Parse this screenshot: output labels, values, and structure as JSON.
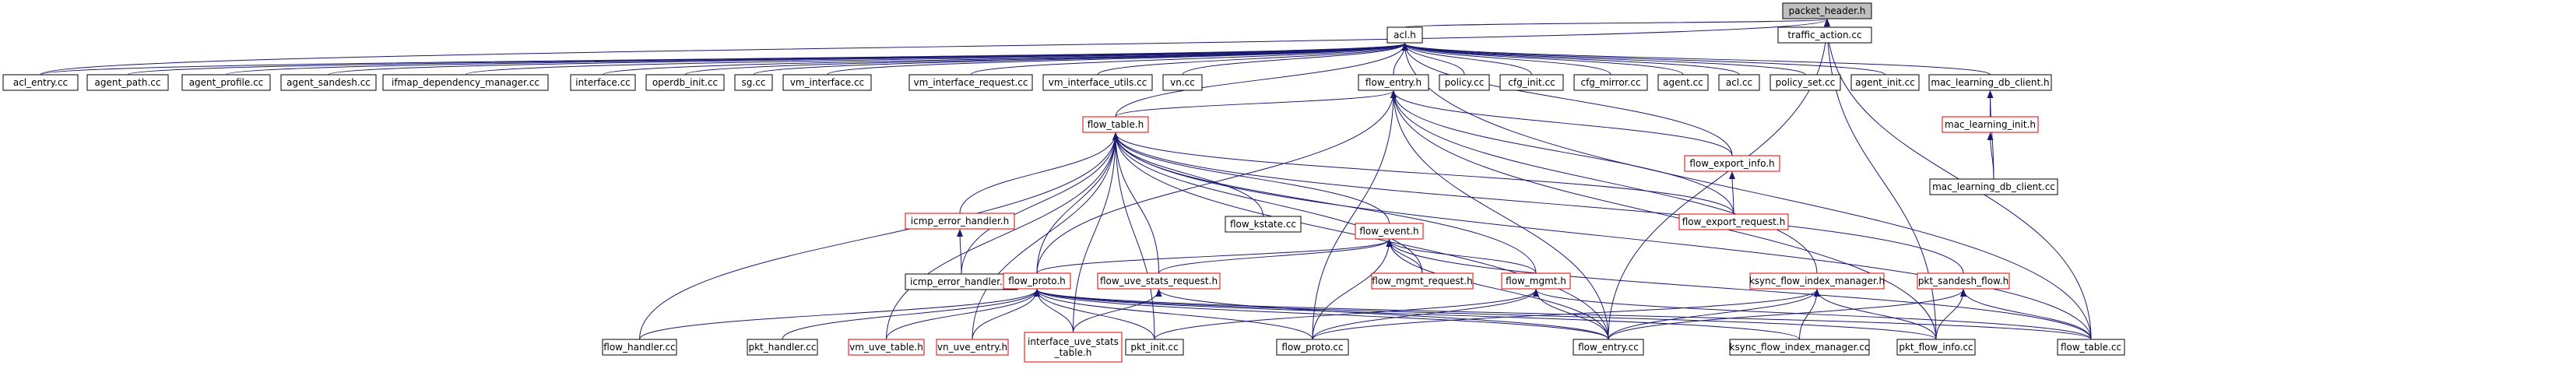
{
  "colors": {
    "node_border_default": "#000000",
    "node_border_truncated": "#e00000",
    "node_fill": "#ffffff",
    "root_fill": "#bfbfbf",
    "edge": "#191970",
    "text": "#000000"
  },
  "nodes": [
    {
      "id": "packet_header_h",
      "label": "packet_header.h",
      "root": true
    },
    {
      "id": "traffic_action_cc",
      "label": "traffic_action.cc"
    },
    {
      "id": "acl_h",
      "label": "acl.h"
    },
    {
      "id": "acl_entry_cc",
      "label": "acl_entry.cc"
    },
    {
      "id": "agent_path_cc",
      "label": "agent_path.cc"
    },
    {
      "id": "agent_profile_cc",
      "label": "agent_profile.cc"
    },
    {
      "id": "agent_sandesh_cc",
      "label": "agent_sandesh.cc"
    },
    {
      "id": "ifmap_dependency_manager_cc",
      "label": "ifmap_dependency_manager.cc"
    },
    {
      "id": "interface_cc",
      "label": "interface.cc"
    },
    {
      "id": "operdb_init_cc",
      "label": "operdb_init.cc"
    },
    {
      "id": "sg_cc",
      "label": "sg.cc"
    },
    {
      "id": "vm_interface_cc",
      "label": "vm_interface.cc"
    },
    {
      "id": "vm_interface_request_cc",
      "label": "vm_interface_request.cc"
    },
    {
      "id": "vm_interface_utils_cc",
      "label": "vm_interface_utils.cc"
    },
    {
      "id": "vn_cc",
      "label": "vn.cc"
    },
    {
      "id": "flow_entry_h",
      "label": "flow_entry.h"
    },
    {
      "id": "policy_cc",
      "label": "policy.cc"
    },
    {
      "id": "cfg_init_cc",
      "label": "cfg_init.cc"
    },
    {
      "id": "cfg_mirror_cc",
      "label": "cfg_mirror.cc"
    },
    {
      "id": "agent_cc",
      "label": "agent.cc"
    },
    {
      "id": "acl_cc",
      "label": "acl.cc"
    },
    {
      "id": "policy_set_cc",
      "label": "policy_set.cc"
    },
    {
      "id": "agent_init_cc",
      "label": "agent_init.cc"
    },
    {
      "id": "mac_learning_db_client_h",
      "label": "mac_learning_db_client.h"
    },
    {
      "id": "flow_table_h",
      "label": "flow_table.h",
      "truncated": true
    },
    {
      "id": "flow_export_info_h",
      "label": "flow_export_info.h",
      "truncated": true
    },
    {
      "id": "mac_learning_init_h",
      "label": "mac_learning_init.h",
      "truncated": true
    },
    {
      "id": "flow_kstate_cc",
      "label": "flow_kstate.cc"
    },
    {
      "id": "icmp_error_handler_h",
      "label": "icmp_error_handler.h",
      "truncated": true
    },
    {
      "id": "flow_event_h",
      "label": "flow_event.h",
      "truncated": true
    },
    {
      "id": "flow_export_request_h",
      "label": "flow_export_request.h",
      "truncated": true
    },
    {
      "id": "mac_learning_db_client_cc",
      "label": "mac_learning_db_client.cc"
    },
    {
      "id": "icmp_error_handler_cc",
      "label": "icmp_error_handler.cc"
    },
    {
      "id": "flow_proto_h",
      "label": "flow_proto.h",
      "truncated": true
    },
    {
      "id": "flow_uve_stats_request_h",
      "label": "flow_uve_stats_request.h",
      "truncated": true
    },
    {
      "id": "flow_mgmt_request_h",
      "label": "flow_mgmt_request.h",
      "truncated": true
    },
    {
      "id": "flow_mgmt_h",
      "label": "flow_mgmt.h",
      "truncated": true
    },
    {
      "id": "ksync_flow_index_manager_h",
      "label": "ksync_flow_index_manager.h",
      "truncated": true
    },
    {
      "id": "pkt_sandesh_flow_h",
      "label": "pkt_sandesh_flow.h",
      "truncated": true
    },
    {
      "id": "flow_handler_cc",
      "label": "flow_handler.cc"
    },
    {
      "id": "pkt_handler_cc",
      "label": "pkt_handler.cc"
    },
    {
      "id": "vm_uve_table_h",
      "label": "vm_uve_table.h",
      "truncated": true
    },
    {
      "id": "vn_uve_entry_h",
      "label": "vn_uve_entry.h",
      "truncated": true
    },
    {
      "id": "interface_uve_stats_table_h",
      "label": "interface_uve_stats\n_table.h",
      "truncated": true
    },
    {
      "id": "pkt_init_cc",
      "label": "pkt_init.cc"
    },
    {
      "id": "flow_proto_cc",
      "label": "flow_proto.cc"
    },
    {
      "id": "flow_entry_cc",
      "label": "flow_entry.cc"
    },
    {
      "id": "ksync_flow_index_manager_cc",
      "label": "ksync_flow_index_manager.cc"
    },
    {
      "id": "pkt_flow_info_cc",
      "label": "pkt_flow_info.cc"
    },
    {
      "id": "flow_table_cc",
      "label": "flow_table.cc"
    }
  ],
  "edges": [
    [
      "packet_header_h",
      "acl_h"
    ],
    [
      "packet_header_h",
      "traffic_action_cc"
    ],
    [
      "packet_header_h",
      "acl_entry_cc"
    ],
    [
      "packet_header_h",
      "flow_entry_cc"
    ],
    [
      "packet_header_h",
      "pkt_flow_info_cc"
    ],
    [
      "packet_header_h",
      "flow_table_cc"
    ],
    [
      "acl_h",
      "acl_entry_cc"
    ],
    [
      "acl_h",
      "agent_path_cc"
    ],
    [
      "acl_h",
      "agent_profile_cc"
    ],
    [
      "acl_h",
      "agent_sandesh_cc"
    ],
    [
      "acl_h",
      "ifmap_dependency_manager_cc"
    ],
    [
      "acl_h",
      "interface_cc"
    ],
    [
      "acl_h",
      "operdb_init_cc"
    ],
    [
      "acl_h",
      "sg_cc"
    ],
    [
      "acl_h",
      "vm_interface_cc"
    ],
    [
      "acl_h",
      "vm_interface_request_cc"
    ],
    [
      "acl_h",
      "vm_interface_utils_cc"
    ],
    [
      "acl_h",
      "vn_cc"
    ],
    [
      "acl_h",
      "flow_entry_h"
    ],
    [
      "acl_h",
      "policy_cc"
    ],
    [
      "acl_h",
      "cfg_init_cc"
    ],
    [
      "acl_h",
      "cfg_mirror_cc"
    ],
    [
      "acl_h",
      "agent_cc"
    ],
    [
      "acl_h",
      "acl_cc"
    ],
    [
      "acl_h",
      "policy_set_cc"
    ],
    [
      "acl_h",
      "agent_init_cc"
    ],
    [
      "acl_h",
      "mac_learning_db_client_h"
    ],
    [
      "acl_h",
      "flow_table_h"
    ],
    [
      "acl_h",
      "flow_export_info_h"
    ],
    [
      "acl_h",
      "flow_table_cc"
    ],
    [
      "flow_entry_h",
      "flow_table_h"
    ],
    [
      "flow_entry_h",
      "flow_export_info_h"
    ],
    [
      "flow_entry_h",
      "flow_export_request_h"
    ],
    [
      "flow_entry_h",
      "flow_proto_h"
    ],
    [
      "flow_entry_h",
      "flow_proto_cc"
    ],
    [
      "flow_entry_h",
      "flow_entry_cc"
    ],
    [
      "flow_entry_h",
      "ksync_flow_index_manager_h"
    ],
    [
      "flow_entry_h",
      "pkt_flow_info_cc"
    ],
    [
      "mac_learning_db_client_h",
      "mac_learning_init_h"
    ],
    [
      "mac_learning_db_client_h",
      "mac_learning_db_client_cc"
    ],
    [
      "mac_learning_init_h",
      "mac_learning_db_client_cc"
    ],
    [
      "flow_export_info_h",
      "flow_export_request_h"
    ],
    [
      "flow_table_h",
      "flow_kstate_cc"
    ],
    [
      "flow_table_h",
      "icmp_error_handler_h"
    ],
    [
      "flow_table_h",
      "flow_event_h"
    ],
    [
      "flow_table_h",
      "flow_export_request_h"
    ],
    [
      "flow_table_h",
      "icmp_error_handler_cc"
    ],
    [
      "flow_table_h",
      "flow_proto_h"
    ],
    [
      "flow_table_h",
      "flow_uve_stats_request_h"
    ],
    [
      "flow_table_h",
      "flow_mgmt_request_h"
    ],
    [
      "flow_table_h",
      "flow_mgmt_h"
    ],
    [
      "flow_table_h",
      "pkt_sandesh_flow_h"
    ],
    [
      "flow_table_h",
      "flow_handler_cc"
    ],
    [
      "flow_table_h",
      "vm_uve_table_h"
    ],
    [
      "flow_table_h",
      "vn_uve_entry_h"
    ],
    [
      "flow_table_h",
      "interface_uve_stats_table_h"
    ],
    [
      "flow_table_h",
      "pkt_init_cc"
    ],
    [
      "flow_table_h",
      "flow_entry_cc"
    ],
    [
      "flow_table_h",
      "flow_table_cc"
    ],
    [
      "icmp_error_handler_h",
      "icmp_error_handler_cc"
    ],
    [
      "flow_event_h",
      "flow_proto_h"
    ],
    [
      "flow_event_h",
      "flow_uve_stats_request_h"
    ],
    [
      "flow_event_h",
      "flow_mgmt_request_h"
    ],
    [
      "flow_event_h",
      "flow_mgmt_h"
    ],
    [
      "flow_event_h",
      "flow_proto_cc"
    ],
    [
      "flow_event_h",
      "flow_entry_cc"
    ],
    [
      "flow_event_h",
      "flow_table_cc"
    ],
    [
      "flow_proto_h",
      "flow_handler_cc"
    ],
    [
      "flow_proto_h",
      "pkt_handler_cc"
    ],
    [
      "flow_proto_h",
      "vm_uve_table_h"
    ],
    [
      "flow_proto_h",
      "vn_uve_entry_h"
    ],
    [
      "flow_proto_h",
      "interface_uve_stats_table_h"
    ],
    [
      "flow_proto_h",
      "pkt_init_cc"
    ],
    [
      "flow_proto_h",
      "flow_proto_cc"
    ],
    [
      "flow_proto_h",
      "flow_entry_cc"
    ],
    [
      "flow_proto_h",
      "ksync_flow_index_manager_cc"
    ],
    [
      "flow_proto_h",
      "pkt_flow_info_cc"
    ],
    [
      "flow_proto_h",
      "flow_table_cc"
    ],
    [
      "flow_uve_stats_request_h",
      "interface_uve_stats_table_h"
    ],
    [
      "flow_uve_stats_request_h",
      "flow_entry_cc"
    ],
    [
      "flow_mgmt_h",
      "pkt_init_cc"
    ],
    [
      "flow_mgmt_h",
      "flow_proto_cc"
    ],
    [
      "flow_mgmt_h",
      "flow_entry_cc"
    ],
    [
      "flow_mgmt_h",
      "flow_table_cc"
    ],
    [
      "ksync_flow_index_manager_h",
      "flow_entry_cc"
    ],
    [
      "ksync_flow_index_manager_h",
      "ksync_flow_index_manager_cc"
    ],
    [
      "ksync_flow_index_manager_h",
      "pkt_flow_info_cc"
    ],
    [
      "ksync_flow_index_manager_h",
      "flow_proto_cc"
    ],
    [
      "pkt_sandesh_flow_h",
      "flow_entry_cc"
    ],
    [
      "pkt_sandesh_flow_h",
      "pkt_flow_info_cc"
    ],
    [
      "pkt_sandesh_flow_h",
      "flow_table_cc"
    ]
  ]
}
